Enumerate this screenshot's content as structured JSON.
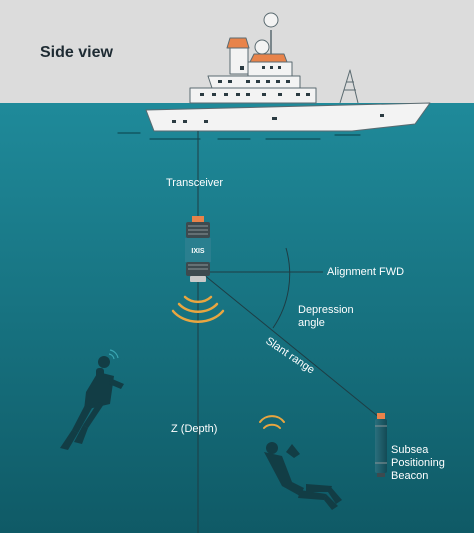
{
  "diagram": {
    "title": "Side view",
    "labels": {
      "transceiver": "Transceiver",
      "alignment": "Alignment FWD",
      "depression_line1": "Depression",
      "depression_line2": "angle",
      "slant_range": "Slant range",
      "depth": "Z (Depth)",
      "beacon_line1": "Subsea",
      "beacon_line2": "Positioning",
      "beacon_line3": "Beacon"
    },
    "transceiver_logo": "IXIS",
    "colors": {
      "sky": "#dcdcdc",
      "sea_top": "#1f8a9a",
      "sea_bottom": "#0f5a66",
      "ship_hull": "#f3f3f3",
      "ship_outline": "#5a6a70",
      "accent": "#e8834a",
      "lines": "#1e3d44",
      "sonar": "#e9a640"
    },
    "icons": [
      "ship-icon",
      "transceiver-icon",
      "beacon-icon",
      "diver-icon",
      "signal-waves-icon"
    ]
  }
}
